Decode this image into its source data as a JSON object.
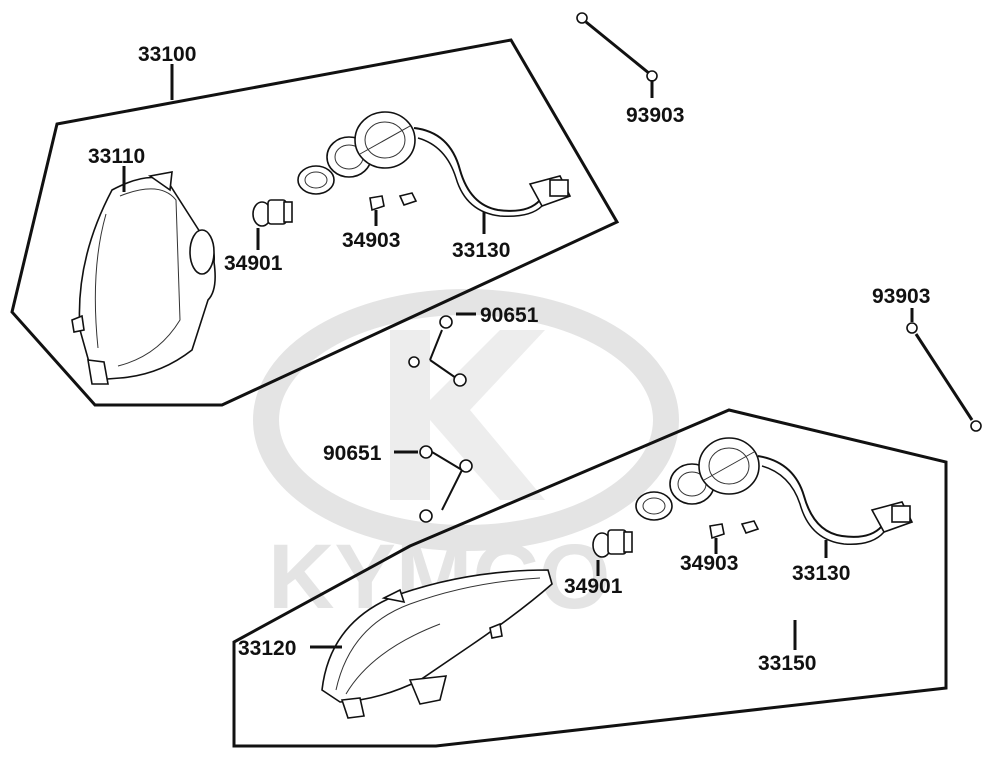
{
  "watermark": {
    "text": "KYMCO",
    "color": "#e4e4e4"
  },
  "colors": {
    "line": "#111111",
    "background": "#ffffff"
  },
  "labels": {
    "assy_upper": "33100",
    "lens_upper": "33110",
    "bulb_head_upper": "34901",
    "bulb_pos_upper": "34903",
    "harness_upper": "33130",
    "bolt_top": "93903",
    "bolt_right": "93903",
    "screw_a": "90651",
    "screw_b": "90651",
    "bulb_head_lower": "34901",
    "bulb_pos_lower": "34903",
    "harness_lower": "33130",
    "lens_lower": "33120",
    "assy_lower": "33150"
  }
}
